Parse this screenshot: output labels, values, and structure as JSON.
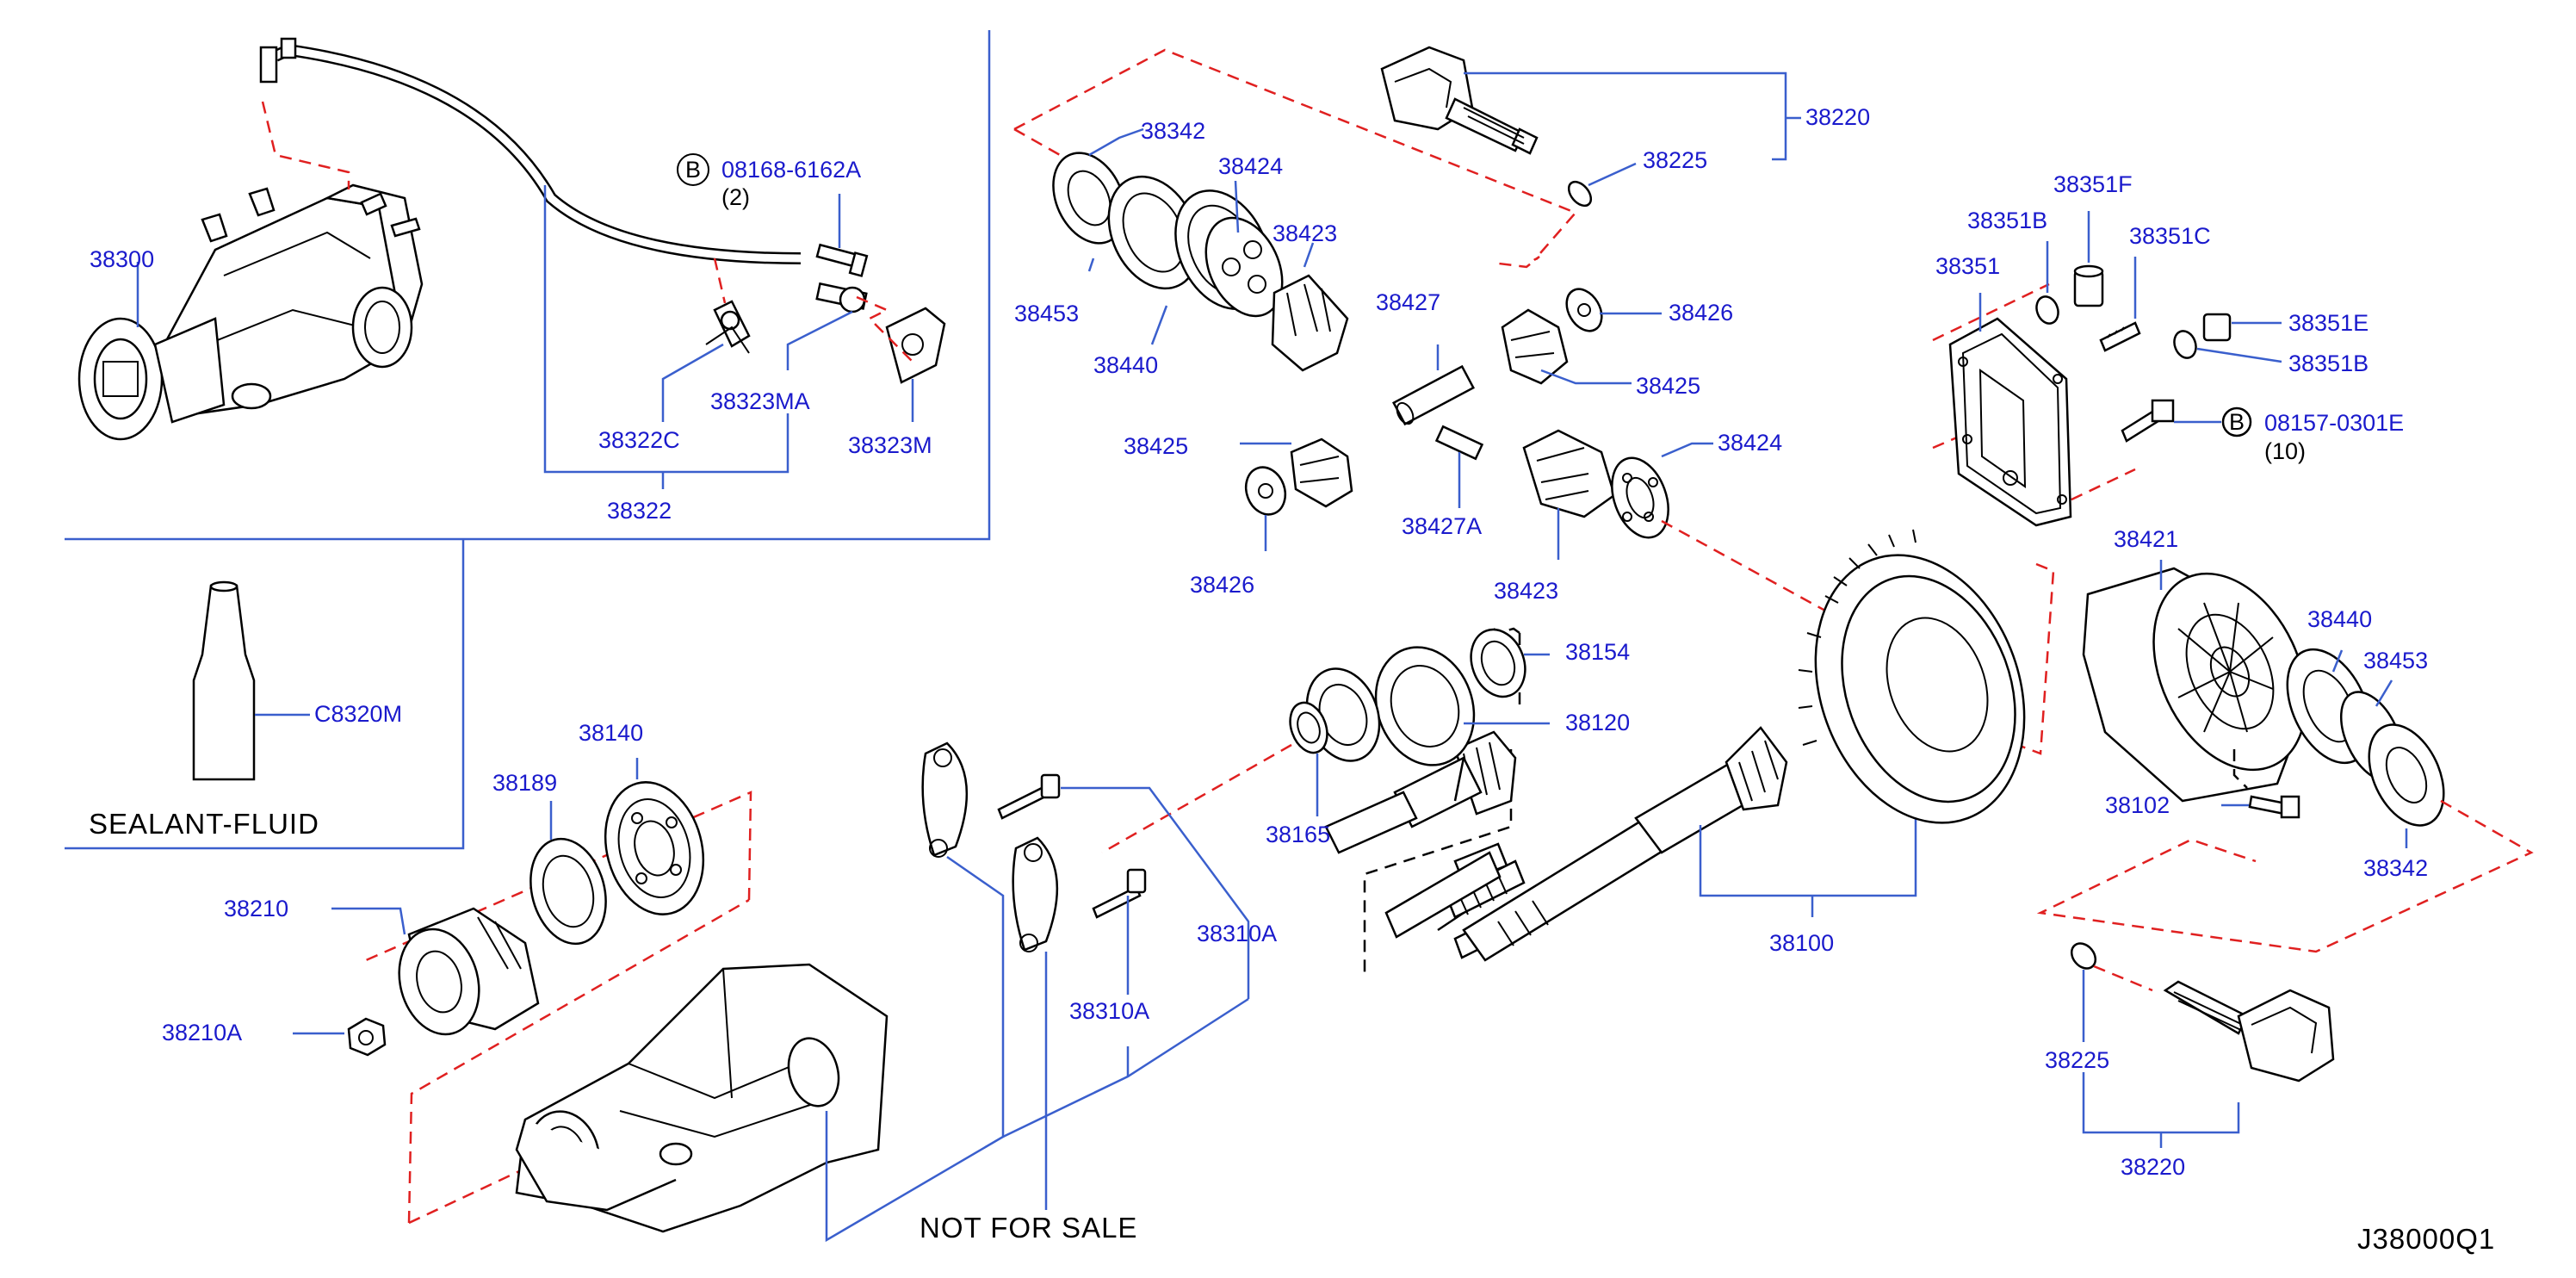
{
  "diagram_id": "J38000Q1",
  "parts": {
    "p38300": "38300",
    "p08168": "08168-6162A",
    "p08168_qty": "(2)",
    "p38322C": "38322C",
    "p38323MA": "38323MA",
    "p38323M": "38323M",
    "p38322": "38322",
    "pC8320M": "C8320M",
    "sealant": "SEALANT-FLUID",
    "p38342_top": "38342",
    "p38424_top": "38424",
    "p38423_top": "38423",
    "p38453_top": "38453",
    "p38440_top": "38440",
    "p38220_top": "38220",
    "p38225_top": "38225",
    "p38427": "38427",
    "p38426_r": "38426",
    "p38425_r": "38425",
    "p38425_l": "38425",
    "p38427A": "38427A",
    "p38426_l": "38426",
    "p38424_mid": "38424",
    "p38423_mid": "38423",
    "p38351F": "38351F",
    "p38351B_a": "38351B",
    "p38351C": "38351C",
    "p38351": "38351",
    "p38351E": "38351E",
    "p38351B_b": "38351B",
    "p08157": "08157-0301E",
    "p08157_qty": "(10)",
    "p38154": "38154",
    "p38120": "38120",
    "p38165": "38165",
    "p38140": "38140",
    "p38189": "38189",
    "p38210": "38210",
    "p38210A": "38210A",
    "p38310A_a": "38310A",
    "p38310A_b": "38310A",
    "p38100": "38100",
    "p38421": "38421",
    "p38440_r": "38440",
    "p38453_r": "38453",
    "p38102": "38102",
    "p38342_r": "38342",
    "p38225_r": "38225",
    "p38220_r": "38220",
    "bolt_marker": "B",
    "not_for_sale": "NOT   FOR   SALE"
  }
}
